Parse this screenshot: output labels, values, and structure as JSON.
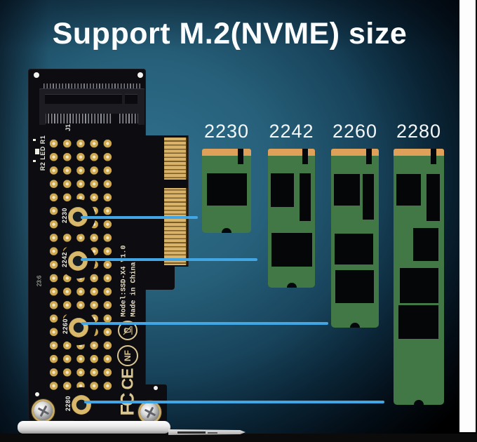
{
  "title": "Support M.2(NVME) size",
  "ssds": {
    "items": [
      {
        "label": "2230"
      },
      {
        "label": "2242"
      },
      {
        "label": "2260"
      },
      {
        "label": "2280"
      }
    ]
  },
  "adapter": {
    "silkscreen": {
      "socket_ref": "J1",
      "led_ref": "R2 LED R1",
      "date_code": "23:6",
      "model": "Model:SSD-X4 V1.0",
      "origin": "Made in China",
      "standoffs": [
        {
          "label": "2230"
        },
        {
          "label": "2242"
        },
        {
          "label": "2260"
        },
        {
          "label": "2280"
        }
      ],
      "cert_fcc": "FC",
      "cert_ce": "CE",
      "cert_nf": "NF"
    }
  },
  "colors": {
    "background_teal": "#30718f",
    "pcb_black": "#0d0d11",
    "gold": "#d8b369",
    "ssd_green": "#427746",
    "connector_orange": "#dfa05a",
    "callout_blue": "#43a6e4",
    "title_white": "#fbfdfe",
    "bracket_silver": "#ececec"
  }
}
